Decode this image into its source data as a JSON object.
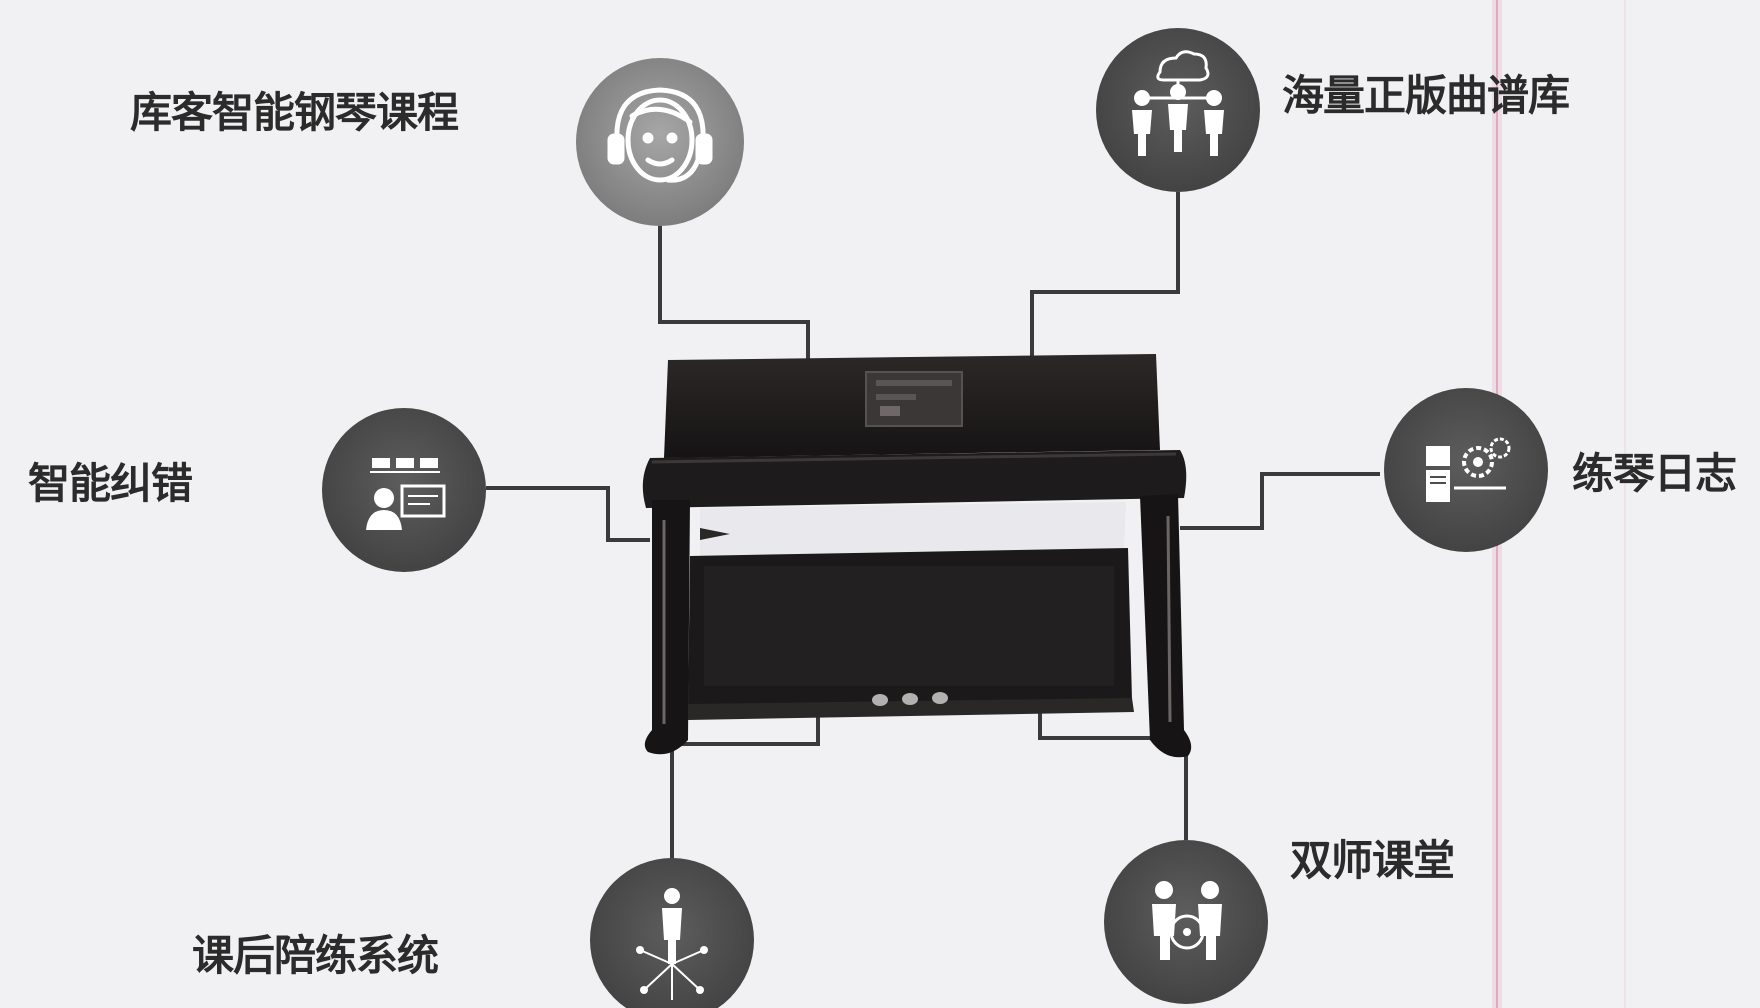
{
  "features": {
    "course": {
      "label": "库客智能钢琴课程",
      "icon": "headset-teacher-icon"
    },
    "library": {
      "label": "海量正版曲谱库",
      "icon": "cloud-users-icon"
    },
    "correction": {
      "label": "智能纠错",
      "icon": "classroom-screen-icon"
    },
    "diary": {
      "label": "练琴日志",
      "icon": "document-gear-icon"
    },
    "dual_teacher": {
      "label": "双师课堂",
      "icon": "two-teachers-icon"
    },
    "practice": {
      "label": "课后陪练系统",
      "icon": "network-person-icon"
    }
  },
  "center": {
    "icon": "upright-piano-icon"
  },
  "colors": {
    "background": "#f1f0f3",
    "circle_light": "#8a8a8a",
    "circle_dark": "#4d4d4d",
    "connector": "#3a3a3a",
    "piano": "#1c1a1a",
    "accent_line": "#e7b8c9"
  }
}
